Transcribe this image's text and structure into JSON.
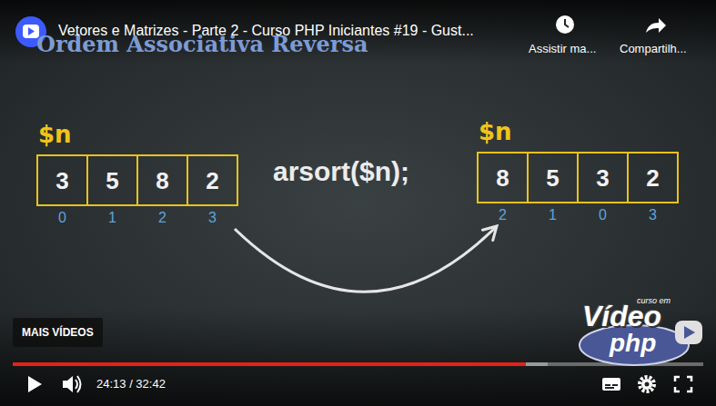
{
  "diagram": {
    "title": "Ordem Associativa Reversa",
    "nodes": [
      {
        "text": [
          "$n"
        ]
      },
      {
        "text": [
          "3",
          "0"
        ],
        "in": 0
      },
      {
        "text": [
          "5",
          "1"
        ],
        "in": 0
      },
      {
        "text": [
          "8",
          "2"
        ],
        "in": 0
      },
      {
        "text": [
          "2",
          "3"
        ],
        "in": 0
      },
      {
        "text": [
          "$n"
        ]
      },
      {
        "text": [
          "8",
          "2"
        ],
        "in": 5
      },
      {
        "text": [
          "5",
          "1"
        ],
        "in": 5
      },
      {
        "text": [
          "3",
          "0"
        ],
        "in": 5
      },
      {
        "text": [
          "2",
          "3"
        ],
        "in": 5
      }
    ],
    "edges": [
      {
        "from": 0,
        "to": 5,
        "arrow": "to"
      }
    ],
    "labels": [
      "Vetores e Matrizes - Parte 2 - Curso PHP Iniciantes #19 - Gust...",
      "Assistir ma...",
      "Compartilh...",
      "arsort($n);",
      "MAIS VÍDEOS",
      "24:13 / 32:42",
      "curso em",
      "Vídeo",
      "php"
    ]
  }
}
